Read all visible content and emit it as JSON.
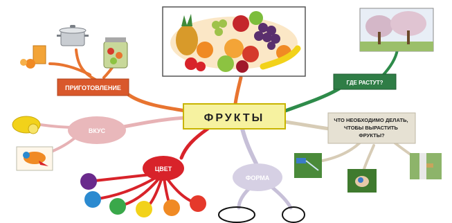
{
  "center": {
    "label": "ФРУКТЫ",
    "fill": "#f6f2a0",
    "border": "#c8b400"
  },
  "branches": {
    "preparation": {
      "label": "ПРИГОТОВЛЕНИЕ",
      "color": "#e87430",
      "box_fill": "#d9582b"
    },
    "taste": {
      "label": "ВКУС",
      "color": "#e7b2b5",
      "blob_fill": "#e9b8bb"
    },
    "color": {
      "label": "ЦВЕТ",
      "color": "#d8232a",
      "blob_fill": "#d8232a"
    },
    "shape": {
      "label": "ФОРМА",
      "color": "#c7c0d8",
      "blob_fill": "#d6d0e4"
    },
    "grow_where": {
      "label": "ГДЕ РАСТУТ?",
      "color": "#2e8b4a",
      "box_fill": "#2f7d46"
    },
    "how_to_grow": {
      "label": "ЧТО НЕОБХОДИМО ДЕЛАТЬ, ЧТОБЫ ВЫРАСТИТЬ ФРУКТЫ?",
      "color": "#d7ccb6",
      "box_fill": "#e6e1d3"
    }
  },
  "color_dots": [
    "#6a2a8c",
    "#2b8ad0",
    "#3aa84a",
    "#f2d21a",
    "#f08a24",
    "#e5392b"
  ],
  "icons": [
    "fruit-basket-picture-icon",
    "cooking-pot-icon",
    "juice-glass-icon",
    "preserves-jar-icon",
    "lemon-icon",
    "fruit-bird-drawing-icon",
    "orchard-tree-icon",
    "watering-icon",
    "fertilizer-hand-icon",
    "tree-whitewash-icon",
    "oval-shape-icon",
    "circle-shape-icon"
  ]
}
